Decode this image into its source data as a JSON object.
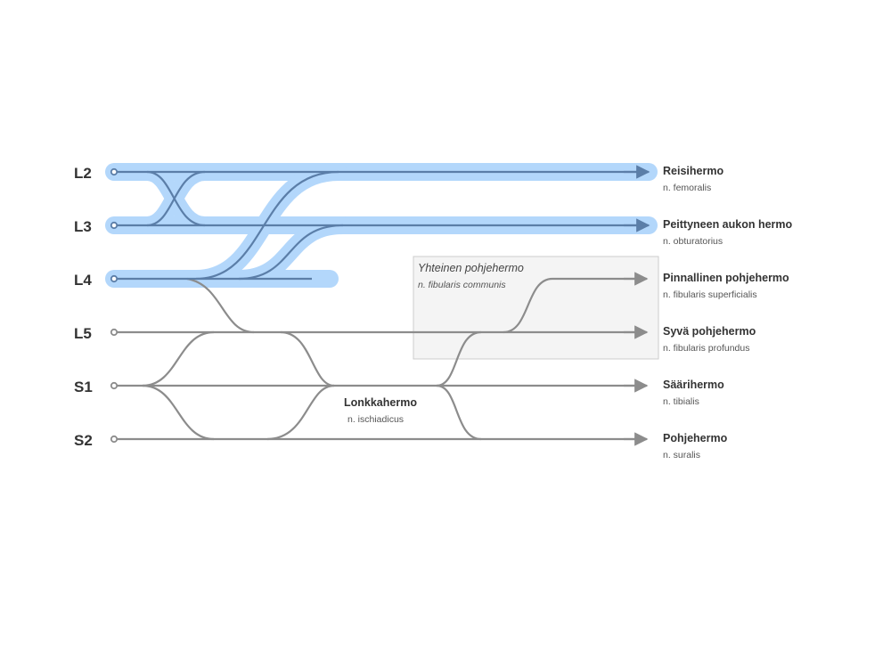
{
  "roots": [
    "L2",
    "L3",
    "L4",
    "L5",
    "S1",
    "S2"
  ],
  "nerves": [
    {
      "name": "Reisihermo",
      "latin": "n. femoralis"
    },
    {
      "name": "Peittyneen aukon hermo",
      "latin": "n. obturatorius"
    },
    {
      "name": "Pinnallinen pohjehermo",
      "latin": "n. fibularis superficialis"
    },
    {
      "name": "Syvä pohjehermo",
      "latin": "n. fibularis profundus"
    },
    {
      "name": "Säärihermo",
      "latin": "n. tibialis"
    },
    {
      "name": "Pohjehermo",
      "latin": "n. suralis"
    }
  ],
  "sciatic": {
    "name": "Lonkkahermo",
    "latin": "n. ischiadicus"
  },
  "common_fibular_box": {
    "title": "Yhteinen pohjehermo",
    "latin": "n. fibularis communis"
  },
  "colors": {
    "highlight": "#b3d7fb",
    "lumbar_line": "#5b7ea8",
    "sacral_line": "#8c8c8c",
    "box_fill": "#f4f4f4",
    "box_border": "#cccccc",
    "text": "#333333"
  }
}
